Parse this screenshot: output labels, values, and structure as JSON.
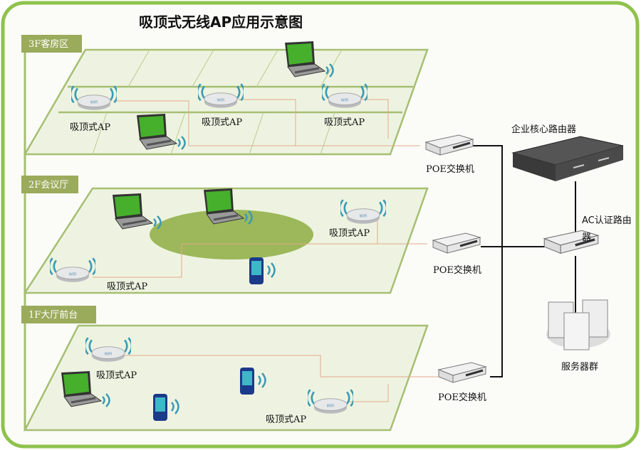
{
  "title": "吸顶式无线AP应用示意图",
  "floors": [
    {
      "label": "3F客房区",
      "ap_labels": [
        "吸顶式AP",
        "吸顶式AP",
        "吸顶式AP"
      ]
    },
    {
      "label": "2F会议厅",
      "ap_labels": [
        "吸顶式AP",
        "吸顶式AP"
      ]
    },
    {
      "label": "1F大厅前台",
      "ap_labels": [
        "吸顶式AP",
        "吸顶式AP"
      ]
    }
  ],
  "switches": [
    "POE交换机",
    "POE交换机",
    "POE交换机"
  ],
  "core_router": "企业核心路由器",
  "ac_router": {
    "line1": "AC认证路由",
    "line2": "器"
  },
  "servers": "服务器群",
  "colors": {
    "border": "#8fc24c",
    "floor_label": "#9aab5c",
    "floor_fill": "#eef3e1",
    "meeting_area": "#9cb85a",
    "cable": "#e4a88a"
  }
}
